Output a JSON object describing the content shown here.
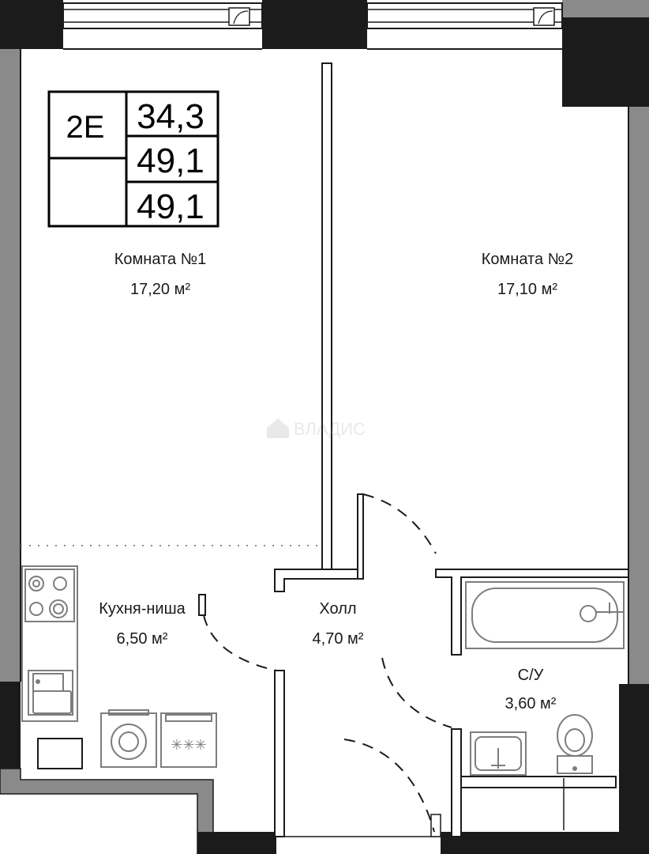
{
  "info_table": {
    "apartment_type": "2E",
    "area_1": "34,3",
    "area_2": "49,1",
    "area_3": "49,1"
  },
  "rooms": {
    "room1": {
      "name": "Комната №1",
      "area": "17,20 м²"
    },
    "room2": {
      "name": "Комната №2",
      "area": "17,10 м²"
    },
    "kitchen": {
      "name": "Кухня-ниша",
      "area": "6,50 м²"
    },
    "hall": {
      "name": "Холл",
      "area": "4,70 м²"
    },
    "bathroom": {
      "name": "С/У",
      "area": "3,60 м²"
    }
  },
  "watermark": "ВЛАДИС",
  "colors": {
    "wall_dark": "#1b1b1b",
    "wall_gray": "#8a8a8a",
    "fixture_gray": "#7d7d7d",
    "background": "#ffffff"
  },
  "icons": {
    "stove": "stove-icon",
    "sink": "sink-icon",
    "washing_machine": "washing-machine-icon",
    "dishwasher": "dishwasher-icon",
    "bathtub": "bathtub-icon",
    "toilet": "toilet-icon",
    "washbasin": "washbasin-icon"
  }
}
